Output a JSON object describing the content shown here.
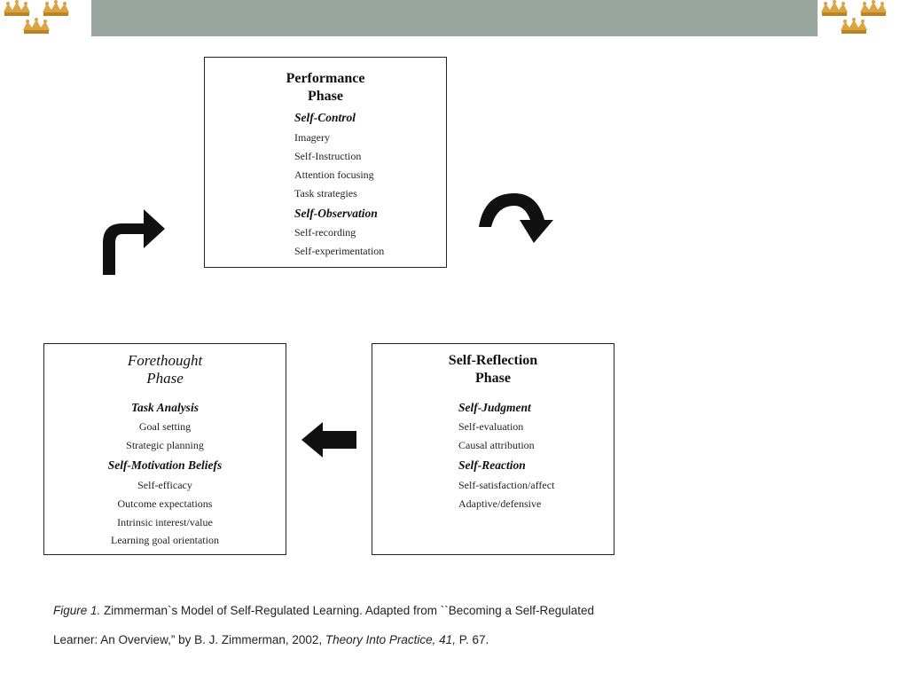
{
  "colors": {
    "banner": "#98a69e",
    "crown_gold": "#d9a441",
    "crown_dark": "#b88424"
  },
  "icons": {
    "crowns_left": "three-crowns-icon",
    "crowns_right": "three-crowns-icon"
  },
  "performance": {
    "title_line1": "Performance",
    "title_line2": "Phase",
    "heading1": "Self-Control",
    "items1": [
      "Imagery",
      "Self-Instruction",
      "Attention focusing",
      "Task strategies"
    ],
    "heading2": "Self-Observation",
    "items2": [
      "Self-recording",
      "Self-experimentation"
    ]
  },
  "forethought": {
    "title_line1": "Forethought",
    "title_line2": "Phase",
    "heading1": "Task Analysis",
    "items1": [
      "Goal setting",
      "Strategic planning"
    ],
    "heading2": "Self-Motivation Beliefs",
    "items2": [
      "Self-efficacy",
      "Outcome expectations",
      "Intrinsic interest/value",
      "Learning goal orientation"
    ]
  },
  "reflection": {
    "title_line1": "Self-Reflection",
    "title_line2": "Phase",
    "heading1": "Self-Judgment",
    "items1": [
      "Self-evaluation",
      "Causal attribution"
    ],
    "heading2": "Self-Reaction",
    "items2": [
      "Self-satisfaction/affect",
      "Adaptive/defensive"
    ]
  },
  "caption": {
    "figure_label": "Figure 1.",
    "line1_text": " Zimmerman`s Model of Self-Regulated Learning. Adapted from ``Becoming a Self-Regulated",
    "line2_text": "Learner: An Overview,” by B. J. Zimmerman, 2002, ",
    "journal": "Theory Into Practice, 41,",
    "pages": " P. 67."
  }
}
